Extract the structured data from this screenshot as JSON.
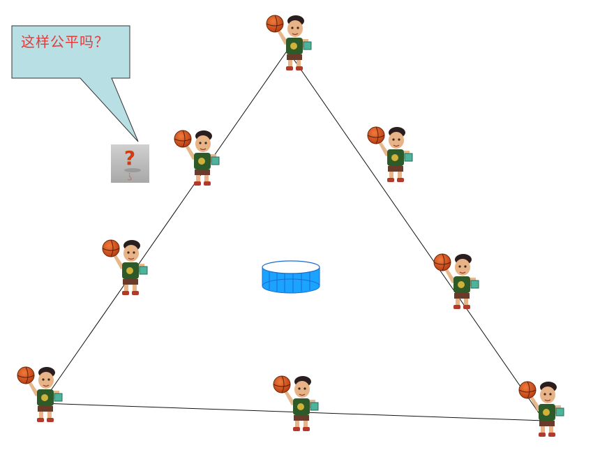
{
  "speech_bubble": {
    "text": "这样公平吗？",
    "fill": "#b7dfe4",
    "text_color": "#e53a3a"
  },
  "question_icon": {
    "name": "question-mark-icon",
    "symbol": "?"
  },
  "players": [
    {
      "id": "player-top"
    },
    {
      "id": "player-left-upper"
    },
    {
      "id": "player-right-upper"
    },
    {
      "id": "player-left-lower"
    },
    {
      "id": "player-right-lower"
    },
    {
      "id": "player-bottom-left"
    },
    {
      "id": "player-bottom-middle"
    },
    {
      "id": "player-bottom-right"
    }
  ],
  "basket": {
    "name": "basket-icon",
    "fill": "#1aa3ff"
  }
}
